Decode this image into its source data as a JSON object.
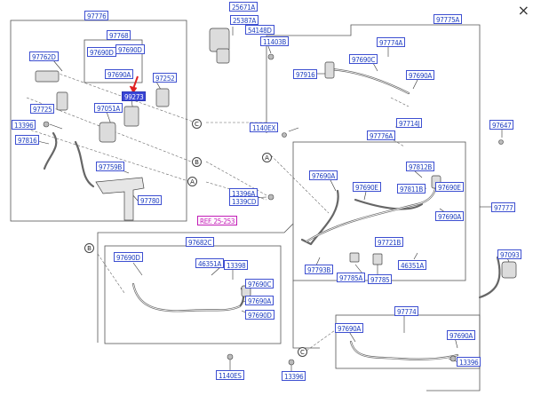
{
  "close_glyph": "×",
  "labels": {
    "p97776": "97776",
    "p97768": "97768",
    "p97690d_a": "97690D",
    "p97690d_b": "97690D",
    "p97690a_top": "97690A",
    "p97762d": "97762D",
    "p97252": "97252",
    "p99273": "99273",
    "p97725": "97725",
    "p97051a": "97051A",
    "p13396_l": "13396",
    "p97816": "97816",
    "p97759b": "97759B",
    "p97780": "97780",
    "p25671a": "25671A",
    "p25387a": "25387A",
    "p54148d": "54148D",
    "p11403b": "11403B",
    "p97775a": "97775A",
    "p97774a": "97774A",
    "p97690c": "97690C",
    "p97690a_r1": "97690A",
    "p97916": "97916",
    "p1140ex_top": "1140EX",
    "p97714j": "97714J",
    "p97647": "97647",
    "p97776a": "97776A",
    "p97690a_m": "97690A",
    "p97690e_m": "97690E",
    "p97812b": "97812B",
    "p97811b": "97811B",
    "p97690e_r": "97690E",
    "p97777": "97777",
    "p97690a_r2": "97690A",
    "p13396a": "13396A",
    "p1339cd": "1339CD",
    "ref_25253": "REF. 25-253",
    "p97682c": "97682C",
    "p97690d_lower": "97690D",
    "p46351a_l": "46351A",
    "p13398": "13398",
    "p97690c_l": "97690C",
    "p97690a_l": "97690A",
    "p97690d_l2": "97690D",
    "p97721b": "97721B",
    "p46351a_r": "46351A",
    "p97793b": "97793B",
    "p97785a": "97785A",
    "p97785": "97785",
    "p97093": "97093",
    "p97774": "97774",
    "p97690a_b1": "97690A",
    "p97690a_b2": "97690A",
    "p13396_b": "13396",
    "p1140es": "1140ES",
    "p13396_bottom": "13396"
  },
  "circles": {
    "c_a1": "A",
    "c_b1": "B",
    "c_c1": "C",
    "c_a2": "A",
    "c_b2": "B",
    "c_c2": "C"
  },
  "colors": {
    "label_border": "#3d4fd1",
    "label_text": "#1f3fbf",
    "highlight": "#3a46d6",
    "reference": "#c21eb6",
    "arrow": "#e02020"
  }
}
